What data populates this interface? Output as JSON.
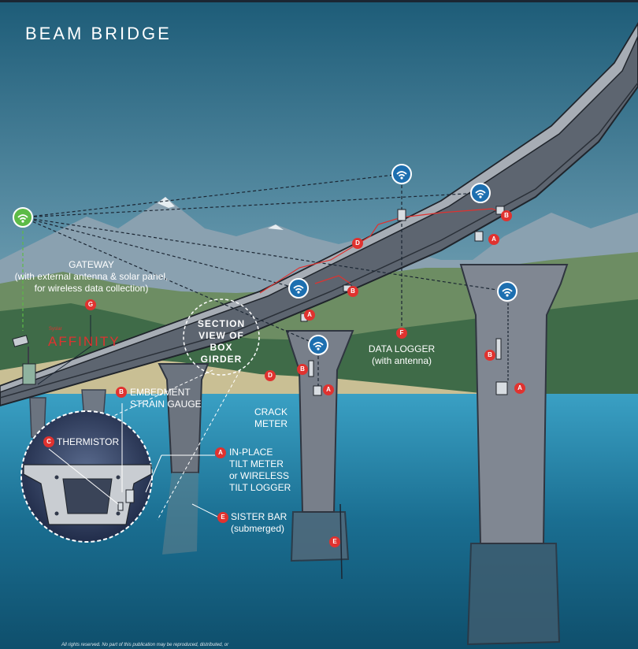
{
  "title": "BEAM BRIDGE",
  "gateway": {
    "label": "GATEWAY",
    "detail_1": "(with external antenna & solar panel,",
    "detail_2": "for wireless data collection)"
  },
  "brand": {
    "prefix": "Syslar",
    "name": "AFFINITY"
  },
  "section_view": {
    "line1": "SECTION",
    "line2": "VIEW OF",
    "line3": "BOX",
    "line4": "GIRDER"
  },
  "data_logger": {
    "line1": "DATA LOGGER",
    "line2": "(with antenna)"
  },
  "crack_meter": {
    "line1": "CRACK",
    "line2": "METER"
  },
  "embedment": {
    "line1": "EMBEDMENT",
    "line2": "STRAIN GAUGE"
  },
  "thermistor": "THERMISTOR",
  "tilt": {
    "line1": "IN-PLACE",
    "line2": "TILT METER",
    "line3": "or WIRELESS",
    "line4": "TILT LOGGER"
  },
  "sister_bar": {
    "line1": "SISTER BAR",
    "line2": "(submerged)"
  },
  "markers": {
    "a": "A",
    "b": "B",
    "c": "C",
    "d": "D",
    "e": "E",
    "f": "F",
    "g": "G"
  },
  "copyright": "All rights reserved. No part of this publication may be reproduced, distributed, or",
  "colors": {
    "marker_red": "#e0322f",
    "wifi_blue": "#1d6fb0",
    "gateway_green": "#5dbb47",
    "water": "#1e6f8f",
    "sky": "#3f7e97"
  },
  "icons": [
    "wifi-icon",
    "gateway-wifi-icon"
  ]
}
